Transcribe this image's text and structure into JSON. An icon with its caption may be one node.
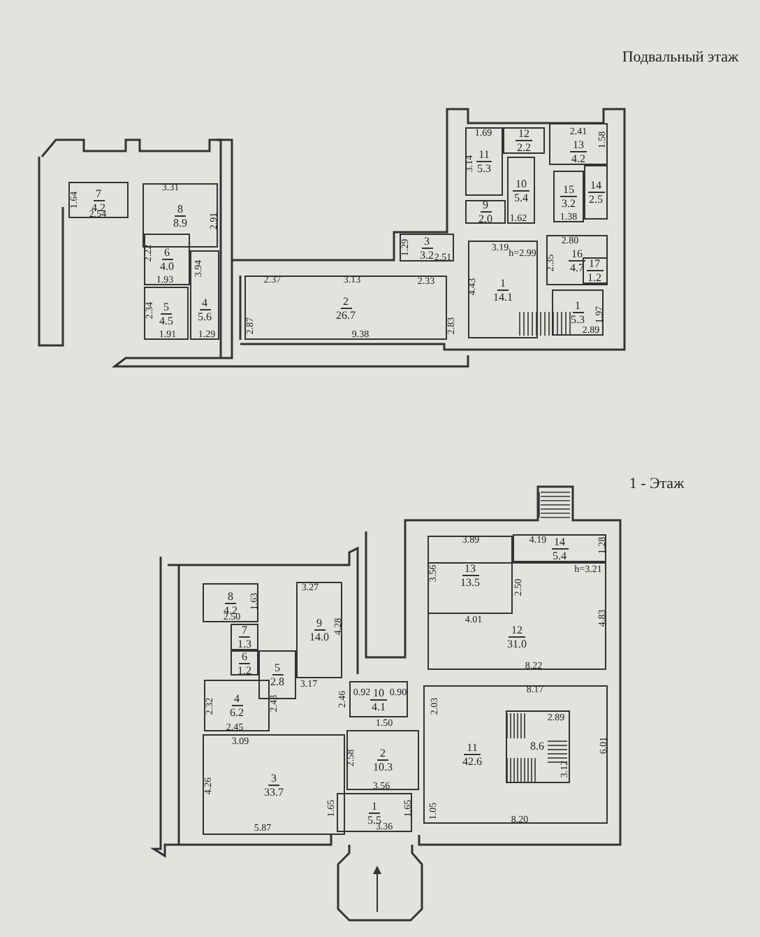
{
  "diagram": {
    "nodes": [
      {
        "text": [
          "7",
          "4.2"
        ]
      },
      {
        "text": [
          "8",
          "8.9"
        ]
      },
      {
        "text": [
          "6",
          "4.0"
        ]
      },
      {
        "text": [
          "5",
          "4.5"
        ]
      },
      {
        "text": [
          "4",
          "5.6"
        ]
      },
      {
        "text": [
          "2",
          "26.7"
        ]
      },
      {
        "text": [
          "3",
          "3.2"
        ]
      },
      {
        "text": [
          "11",
          "5.3"
        ]
      },
      {
        "text": [
          "12",
          "2.2"
        ]
      },
      {
        "text": [
          "13",
          "4.2"
        ]
      },
      {
        "text": [
          "10",
          "5.4"
        ]
      },
      {
        "text": [
          "9",
          "2.0"
        ]
      },
      {
        "text": [
          "15",
          "3.2"
        ]
      },
      {
        "text": [
          "14",
          "2.5"
        ]
      },
      {
        "text": [
          "1",
          "14.1"
        ]
      },
      {
        "text": [
          "16",
          "4.7"
        ]
      },
      {
        "text": [
          "17",
          "1.2"
        ],
        "in": 15
      },
      {
        "text": [
          "1",
          "5.3"
        ]
      },
      {
        "text": [
          "8",
          "4.2"
        ]
      },
      {
        "text": [
          "7",
          "1.3"
        ]
      },
      {
        "text": [
          "6",
          "1.2"
        ]
      },
      {
        "text": [
          "9",
          "14.0"
        ]
      },
      {
        "text": [
          "5",
          "2.8"
        ]
      },
      {
        "text": [
          "4",
          "6.2"
        ]
      },
      {
        "text": [
          "3",
          "33.7"
        ]
      },
      {
        "text": [
          "10",
          "4.1"
        ]
      },
      {
        "text": [
          "2",
          "10.3"
        ]
      },
      {
        "text": [
          "1",
          "5.5"
        ]
      },
      {
        "text": [
          "13",
          "13.5"
        ]
      },
      {
        "text": [
          "14",
          "5.4"
        ]
      },
      {
        "text": [
          "12",
          "31.0"
        ]
      },
      {
        "text": [
          "11",
          "42.6"
        ]
      },
      {
        "text": [
          "8.6"
        ],
        "in": 31
      }
    ],
    "labels": [
      "Подвальный этаж",
      "1.64",
      "3.31",
      "2.54",
      "2.91",
      "2.22",
      "1.93",
      "3.94",
      "2.34",
      "1.91",
      "1.29",
      "2.37",
      "3.13",
      "2.87",
      "9.38",
      "1.29",
      "2.51",
      "2.33",
      "2.83",
      "4.43",
      "3.19",
      "h=2.99",
      "1.69",
      "3.14",
      "1.62",
      "2.41",
      "1.58",
      "1.38",
      "2.80",
      "2.35",
      "2.89",
      "1.97",
      "1 - Этаж",
      "1.63",
      "2.50",
      "3.27",
      "4.28",
      "3.17",
      "2.32",
      "2.43",
      "2.45",
      "3.09",
      "2.46",
      "0.92",
      "0.90",
      "1.50",
      "4.26",
      "2.58",
      "3.56",
      "1.65",
      "1.65",
      "5.87",
      "3.36",
      "3.89",
      "3.56",
      "4.19",
      "1.28",
      "h=3.21",
      "2.50",
      "4.01",
      "4.83",
      "8.22",
      "8.17",
      "2.03",
      "2.89",
      "6.01",
      "3.12",
      "1.05",
      "8.20"
    ]
  }
}
